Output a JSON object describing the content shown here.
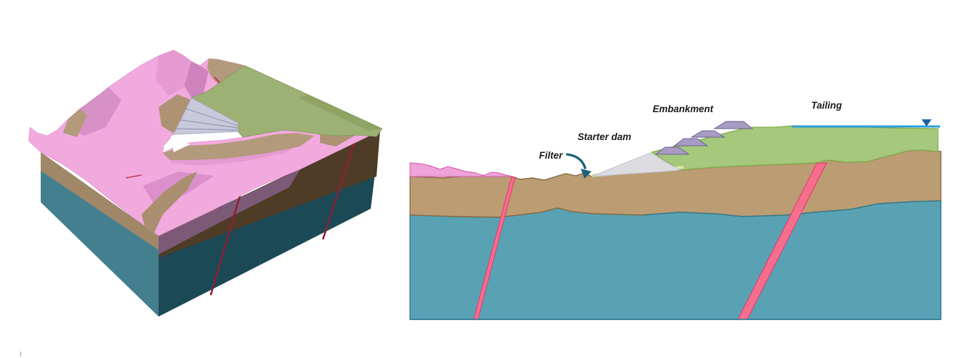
{
  "title": "Tailings dam 3D geological block model and cross-section diagram",
  "colors": {
    "background": "#ffffff",
    "m3d_pink": "#f2aade",
    "m3d_pink_dark": "#d791c6",
    "m3d_pink_mid": "#e59ad2",
    "m3d_tan": "#b49a7c",
    "m3d_green": "#9cb173",
    "m3d_green_slope": "#8a9c60",
    "m3d_dam": "#c8c9db",
    "m3d_left_face": "#447f90",
    "m3d_left_soil": "#9f8768",
    "m3d_right_face": "#1c4956",
    "m3d_right_soil": "#4e3c27",
    "m3d_right_mauve": "#7c5a77",
    "m3d_fault": "#8e1f33",
    "xs_pink": "#efa3d8",
    "xs_soil": "#bb9c73",
    "xs_bedrock": "#58a2b4",
    "xs_tailings": "#a5c87c",
    "xs_fault": "#f56e8e",
    "xs_starter_dam": "#dcdce0",
    "xs_embankment": "#a89bc4",
    "xs_filter": "#dce9a8",
    "xs_water": "#2d9fd8",
    "xs_water_marker": "#1b63ad",
    "arrow": "#1e607a",
    "label_text": "#1a1a1a"
  },
  "cross_section": {
    "labels": {
      "filter": "Filter",
      "starter_dam": "Starter dam",
      "embankment": "Embankment",
      "tailing": "Tailing"
    },
    "embankment_raise_count": 4,
    "fault_count": 2,
    "layers": [
      {
        "name": "tailings",
        "color": "#a5c87c"
      },
      {
        "name": "soil overburden",
        "color": "#bb9c73"
      },
      {
        "name": "bedrock",
        "color": "#58a2b4"
      },
      {
        "name": "fault zone",
        "color": "#f56e8e"
      },
      {
        "name": "starter dam",
        "color": "#dcdce0"
      },
      {
        "name": "embankment raises",
        "color": "#a89bc4"
      },
      {
        "name": "filter layer",
        "color": "#dce9a8"
      },
      {
        "name": "pond water level",
        "color": "#2d9fd8"
      }
    ]
  },
  "model_3d": {
    "description": "3D block model: pink mountainous terrain, green tailings plateau behind grey terraced dam wall, soil band and teal bedrock on block faces, two dark-red fault planes",
    "fault_count": 2
  }
}
